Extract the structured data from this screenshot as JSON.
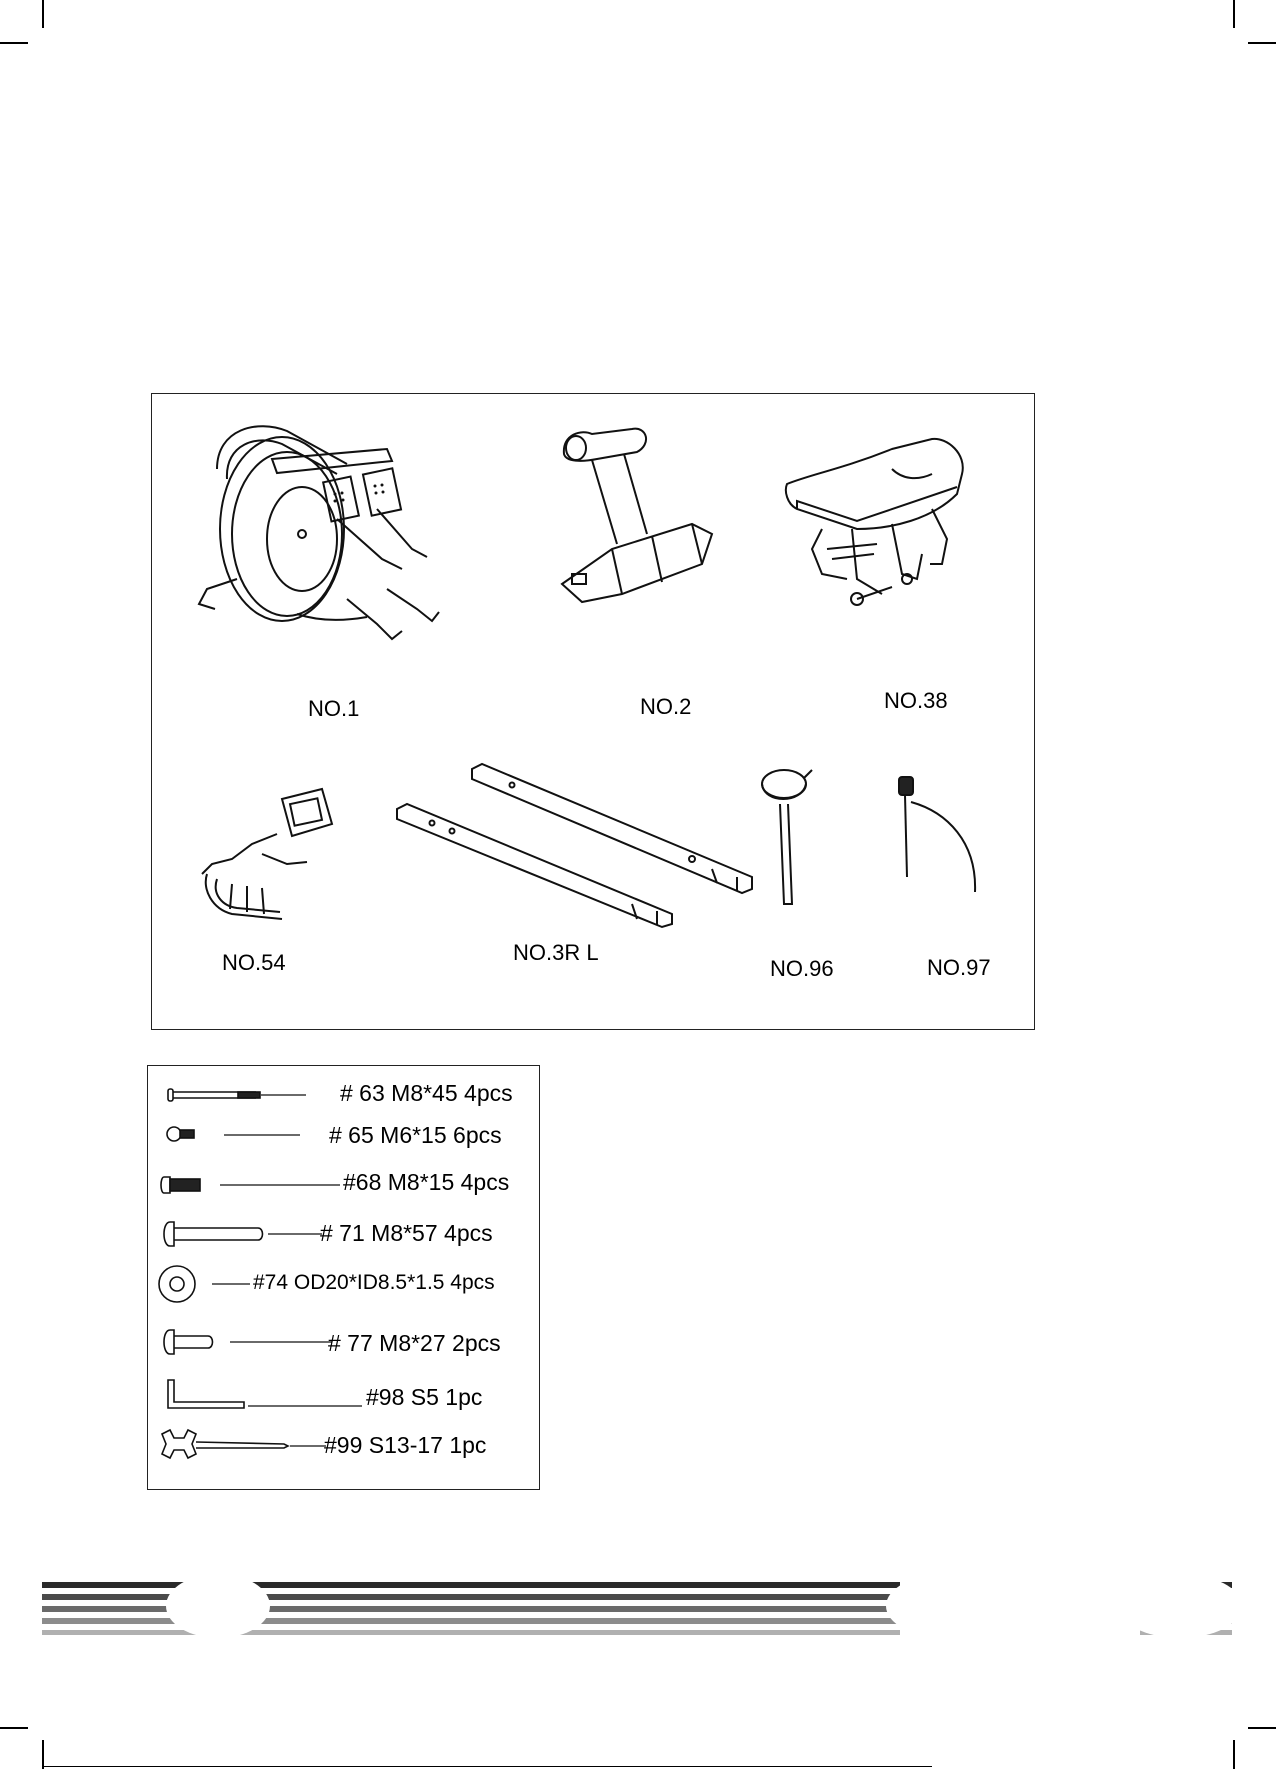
{
  "parts": [
    {
      "label": "NO.1",
      "icon": "rower-main-frame-icon"
    },
    {
      "label": "NO.2",
      "icon": "front-stabilizer-icon"
    },
    {
      "label": "NO.38",
      "icon": "seat-icon"
    },
    {
      "label": "NO.54",
      "icon": "monitor-bracket-icon"
    },
    {
      "label": "NO.3R L",
      "icon": "rail-pair-icon"
    },
    {
      "label": "NO.96",
      "icon": "funnel-icon"
    },
    {
      "label": "NO.97",
      "icon": "hand-pump-icon"
    }
  ],
  "hardware": [
    {
      "text": "# 63 M8*45  4pcs",
      "icon": "long-bolt-icon"
    },
    {
      "text": "# 65 M6*15  6pcs",
      "icon": "small-button-screw-icon"
    },
    {
      "text": "#68 M8*15  4pcs",
      "icon": "button-screw-icon"
    },
    {
      "text": "# 71 M8*57  4pcs",
      "icon": "axle-bolt-icon"
    },
    {
      "text": "#74 OD20*ID8.5*1.5  4pcs",
      "icon": "washer-icon"
    },
    {
      "text": "# 77 M8*27  2pcs",
      "icon": "short-axle-bolt-icon"
    },
    {
      "text": "#98    S5  1pc",
      "icon": "allen-key-icon"
    },
    {
      "text": "#99   S13-17  1pc",
      "icon": "combination-wrench-icon"
    }
  ]
}
